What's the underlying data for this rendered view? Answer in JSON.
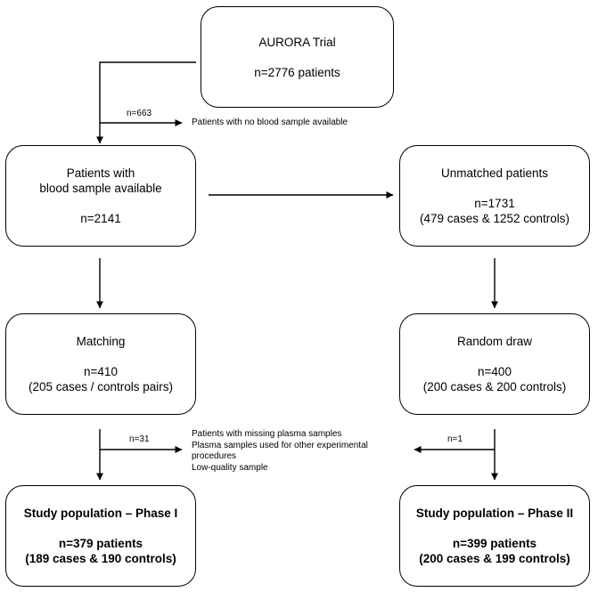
{
  "boxes": {
    "aurora": {
      "line1": "AURORA Trial",
      "line2": "n=2776 patients"
    },
    "blood": {
      "line1": "Patients with",
      "line2": "blood sample available",
      "line3": "n=2141"
    },
    "unmatched": {
      "line1": "Unmatched patients",
      "line2": "n=1731",
      "line3": "(479 cases & 1252 controls)"
    },
    "matching": {
      "line1": "Matching",
      "line2": "n=410",
      "line3": "(205 cases / controls pairs)"
    },
    "random": {
      "line1": "Random draw",
      "line2": "n=400",
      "line3": "(200 cases & 200 controls)"
    },
    "phase1": {
      "line1": "Study population – Phase I",
      "line2": "n=379 patients",
      "line3": "(189 cases & 190 controls)"
    },
    "phase2": {
      "line1": "Study population – Phase II",
      "line2": "n=399 patients",
      "line3": "(200 cases & 199 controls)"
    }
  },
  "exclusions": {
    "first": {
      "count": "n=663",
      "reason": "Patients with no blood sample available"
    },
    "left": {
      "count": "n=31"
    },
    "right": {
      "count": "n=1"
    },
    "reasons": [
      "Patients with missing plasma samples",
      "Plasma samples used for other experimental",
      "procedures",
      "Low-quality sample"
    ]
  }
}
